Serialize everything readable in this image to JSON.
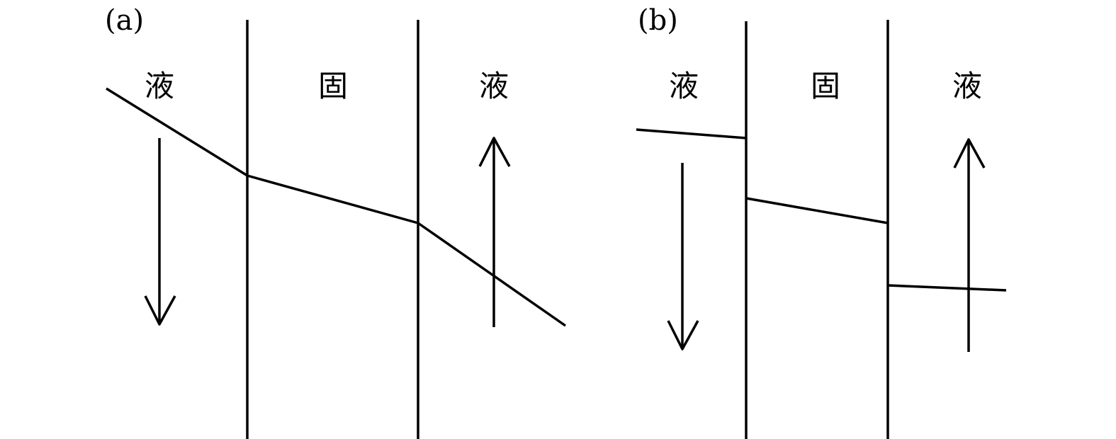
{
  "panels": [
    {
      "label": "(a)",
      "regions": [
        "液",
        "固",
        "液"
      ]
    },
    {
      "label": "(b)",
      "regions": [
        "液",
        "固",
        "液"
      ]
    }
  ]
}
